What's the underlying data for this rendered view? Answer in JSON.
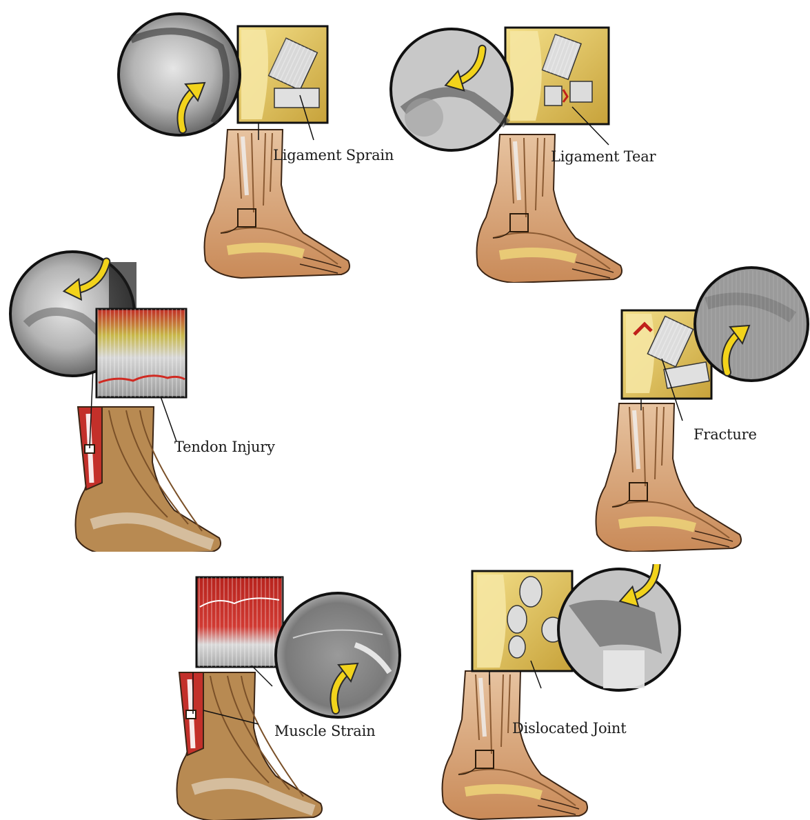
{
  "labels": {
    "ligament_sprain": "Ligament Sprain",
    "ligament_tear": "Ligament Tear",
    "tendon_injury": "Tendon Injury",
    "fracture": "Fracture",
    "muscle_strain": "Muscle Strain",
    "dislocated_joint": "Dislocated Joint"
  },
  "colors": {
    "skin": "#d9a77a",
    "skin_dark": "#a8683a",
    "bone": "#efd77a",
    "bone_panel": "#c9a93a",
    "muscle": "#c8362e",
    "tendon": "#c9c9c9",
    "arrow": "#f2d31b",
    "mri_light": "#d8d8d8",
    "mri_dark": "#555555"
  }
}
